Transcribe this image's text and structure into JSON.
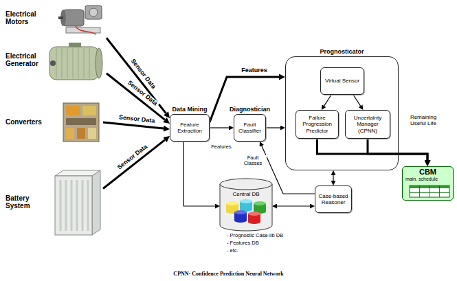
{
  "diagram": {
    "caption": "CPNN- Confidence Prediction Neural Network",
    "nodes": [
      {
        "text": [
          "Electrical Motors"
        ]
      },
      {
        "text": [
          "Electrical Generator"
        ]
      },
      {
        "text": [
          "Converters"
        ]
      },
      {
        "text": [
          "Battery System"
        ]
      },
      {
        "text": [
          "Data Mining",
          "Feature Extraction"
        ]
      },
      {
        "text": [
          "Diagnostician",
          "Fault Classifier"
        ]
      },
      {
        "text": [
          "Prognosticator"
        ]
      },
      {
        "text": [
          "Virtual Sensor"
        ],
        "in": 6
      },
      {
        "text": [
          "Failure Progression Predictor"
        ],
        "in": 6
      },
      {
        "text": [
          "Uncertainty Manager (CPNN)"
        ],
        "in": 6
      },
      {
        "text": [
          "Central DB"
        ]
      },
      {
        "text": [
          "Case-based Reasoner"
        ]
      },
      {
        "text": [
          "CBM",
          "main. schedule"
        ]
      }
    ],
    "edges": [
      {
        "from": 0,
        "to": 4,
        "label": "Sensor Data",
        "arrow": "to"
      },
      {
        "from": 1,
        "to": 4,
        "label": "Sensor Data",
        "arrow": "to"
      },
      {
        "from": 2,
        "to": 4,
        "label": "Sensor Data",
        "arrow": "to"
      },
      {
        "from": 3,
        "to": 4,
        "label": "Sensor Data",
        "arrow": "to"
      },
      {
        "from": 4,
        "to": 6,
        "label": "Features",
        "arrow": "to"
      },
      {
        "from": 4,
        "to": 5,
        "label": "Features",
        "arrow": "to"
      },
      {
        "from": 4,
        "to": 10,
        "arrow": "to"
      },
      {
        "from": 5,
        "to": 6,
        "arrow": "to"
      },
      {
        "from": 7,
        "to": 8,
        "arrow": "to"
      },
      {
        "from": 7,
        "to": 9,
        "arrow": "to"
      },
      {
        "from": 8,
        "to": 12,
        "arrow": "to"
      },
      {
        "from": 9,
        "to": 12,
        "label": "Remaining Useful Life",
        "arrow": "to"
      },
      {
        "from": 11,
        "to": 6,
        "arrow": "both"
      },
      {
        "from": 10,
        "to": 11,
        "arrow": "both"
      },
      {
        "from": 11,
        "to": 5,
        "label": "Fault Classes",
        "arrow": "to"
      }
    ],
    "labels": [
      "- Prognostic Case-lib DB",
      "- Features DB",
      "- etc."
    ]
  }
}
